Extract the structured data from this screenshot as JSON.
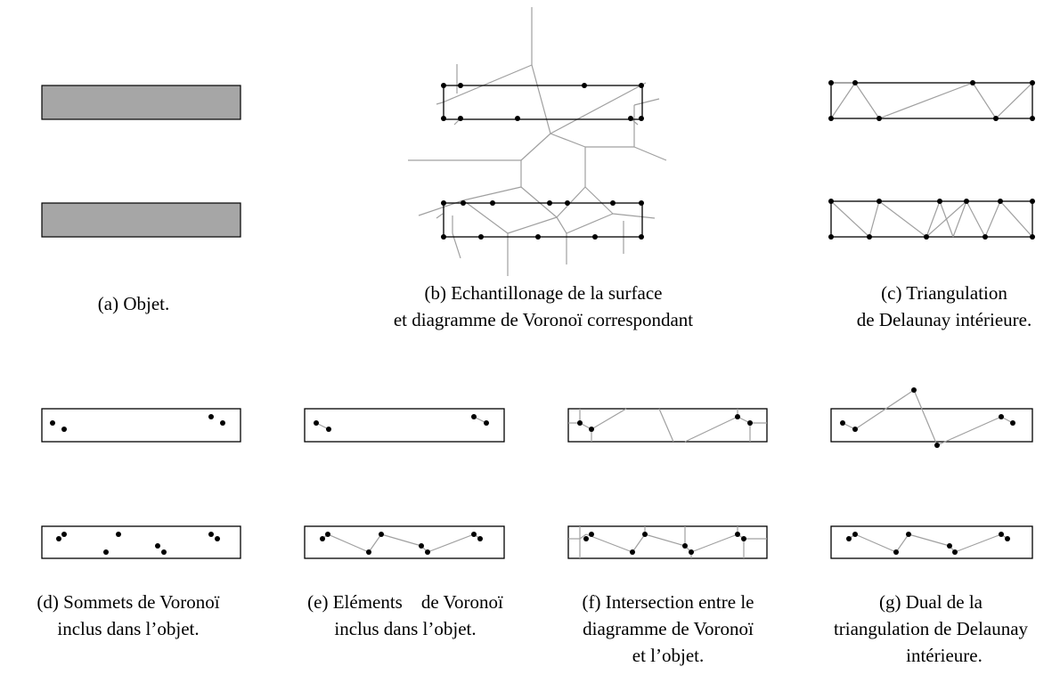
{
  "captions": {
    "a": {
      "lines": [
        "(a) Objet."
      ]
    },
    "b": {
      "lines": [
        "(b) Echantillonage de la surface",
        "et diagramme de Voronoï correspondant"
      ]
    },
    "c": {
      "lines": [
        "(c) Triangulation",
        "de Delaunay intérieure."
      ]
    },
    "d": {
      "lines": [
        "(d) Sommets de Voronoï",
        "inclus dans l’objet."
      ]
    },
    "e": {
      "lines": [
        "(e) Eléments    de Voronoï",
        "inclus dans l’objet."
      ]
    },
    "f": {
      "lines": [
        "(f) Intersection entre le",
        "diagramme de Voronoï",
        "et l’objet."
      ]
    },
    "g": {
      "lines": [
        "(g) Dual de la",
        "triangulation de Delaunay",
        "intérieure."
      ]
    }
  },
  "colors": {
    "object_fill": "#a6a6a6",
    "outline": "#000000",
    "voronoi_edge": "#a0a0a0",
    "point": "#000000"
  }
}
